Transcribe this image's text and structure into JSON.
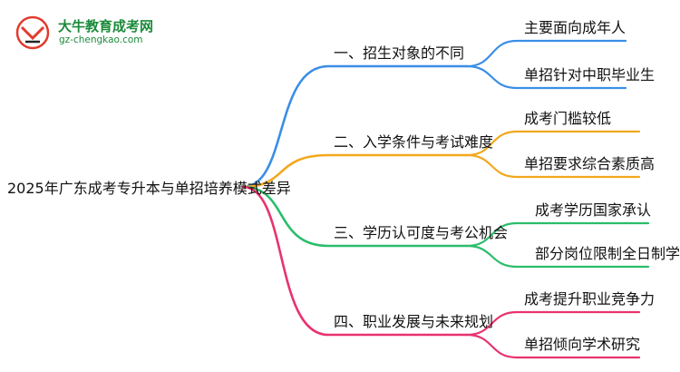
{
  "logo": {
    "name": "大牛教育成考网",
    "url": "gz-chengkao.com"
  },
  "root": "2025年广东成考专升本与单招培养模式差异",
  "branches": [
    {
      "label": "一、招生对象的不同",
      "color": "#3a8ee6",
      "leaves": [
        "主要面向成年人",
        "单招针对中职毕业生"
      ]
    },
    {
      "label": "二、入学条件与考试难度",
      "color": "#f2a81d",
      "leaves": [
        "成考门槛较低",
        "单招要求综合素质高"
      ]
    },
    {
      "label": "三、学历认可度与考公机会",
      "color": "#2bbd6b",
      "leaves": [
        "成考学历国家承认",
        "部分岗位限制全日制学历"
      ]
    },
    {
      "label": "四、职业发展与未来规划",
      "color": "#e8336d",
      "leaves": [
        "成考提升职业竞争力",
        "单招倾向学术研究"
      ]
    }
  ]
}
